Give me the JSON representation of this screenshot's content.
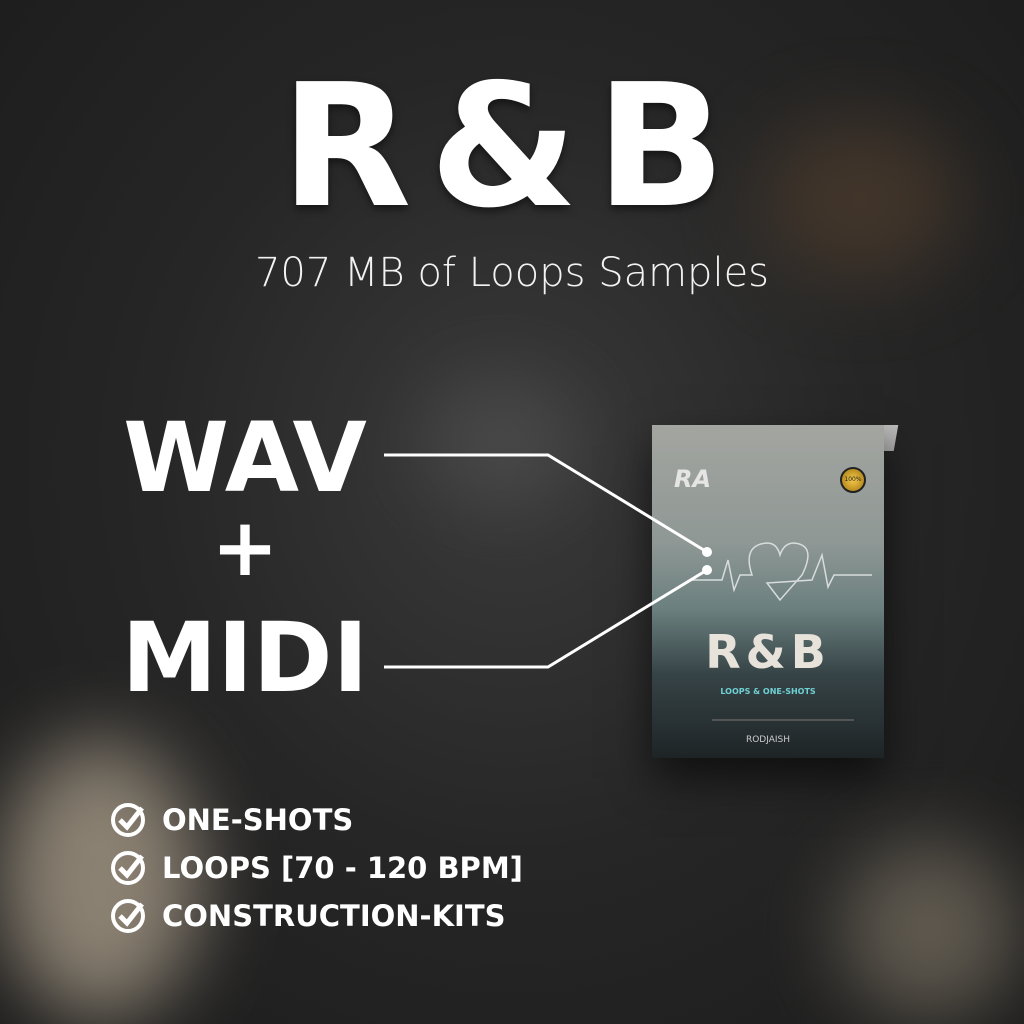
{
  "title": "R&B",
  "subtitle": "707 MB of Loops Samples",
  "formats": {
    "first": "WAV",
    "plus": "+",
    "second": "MIDI"
  },
  "features": [
    {
      "label": "ONE-SHOTS",
      "icon": "check-circle-icon"
    },
    {
      "label": "LOOPS [70 - 120 BPM]",
      "icon": "check-circle-icon"
    },
    {
      "label": "CONSTRUCTION-KITS",
      "icon": "check-circle-icon"
    }
  ],
  "product_box": {
    "logo": "RA",
    "seal": "100%",
    "title": "R&B",
    "subtitle": "LOOPS & ONE-SHOTS",
    "brand": "RODJAISH"
  },
  "colors": {
    "accent": "#6fd1d4",
    "text": "#ffffff"
  }
}
